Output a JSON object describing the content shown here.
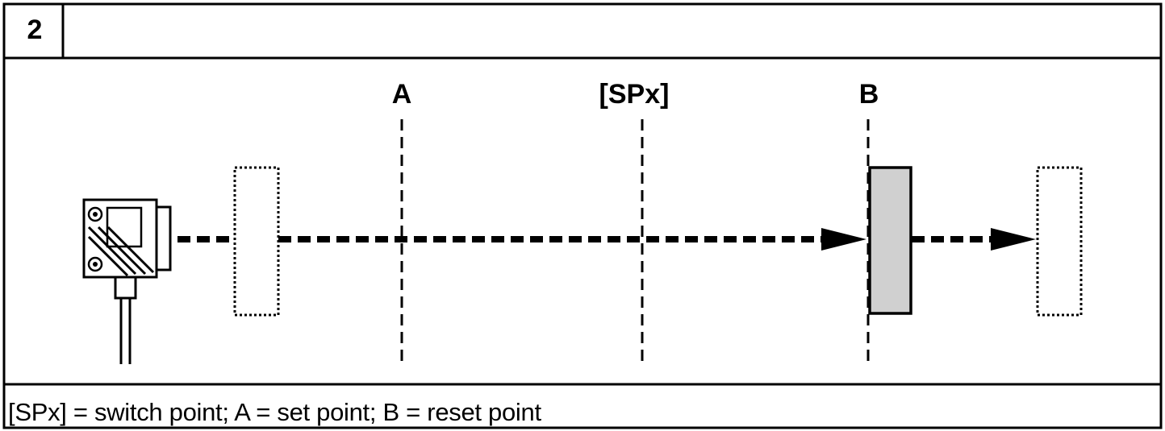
{
  "figure_number": "2",
  "labels": {
    "a": "A",
    "spx": "[SPx]",
    "b": "B"
  },
  "caption": "[SPx] = switch point; A = set point; B = reset point",
  "colors": {
    "line": "#000000",
    "object_fill": "#d0d0d0",
    "background": "#ffffff"
  }
}
